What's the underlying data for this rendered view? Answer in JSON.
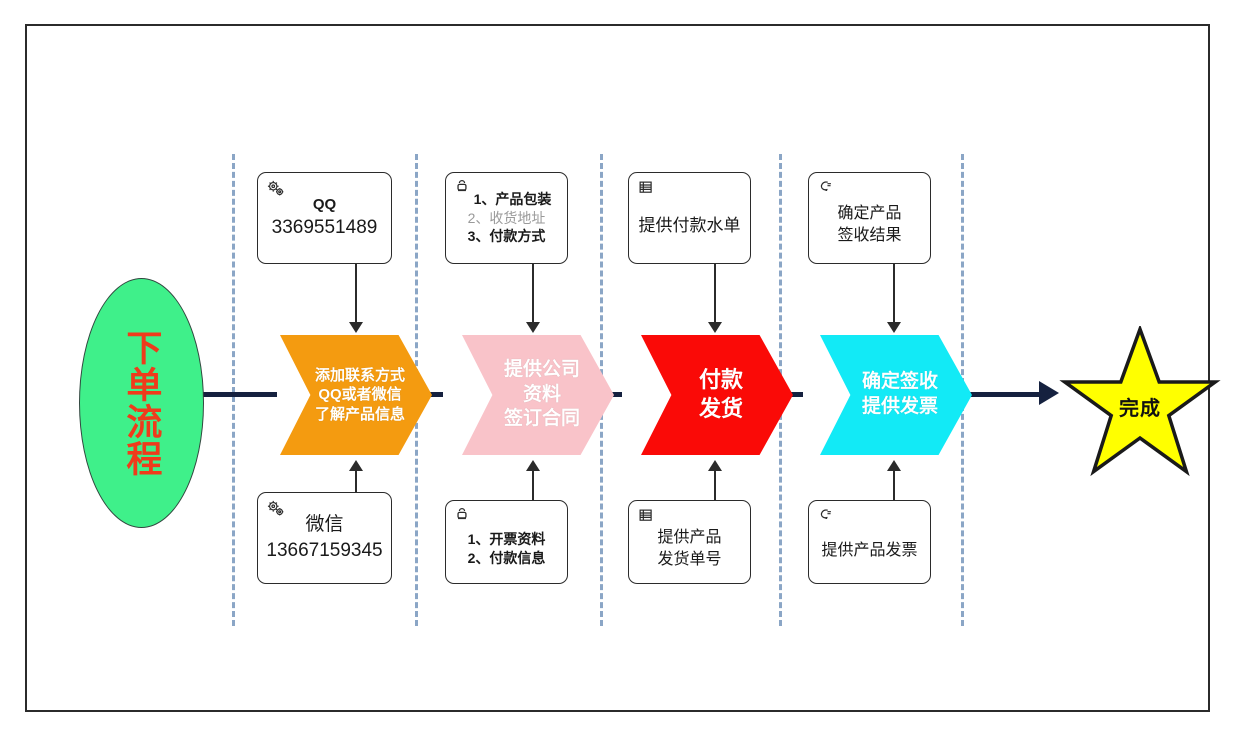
{
  "diagram": {
    "title": "下单流程",
    "start": {
      "label": "下单流程",
      "shape": "ellipse",
      "fill": "#3ff08a",
      "text_color": "#ef3b1b"
    },
    "end": {
      "label": "完成",
      "shape": "star",
      "fill": "#ffff00",
      "text_color": "#111111"
    },
    "stages": [
      {
        "chevron": {
          "lines": [
            "添加联系方式",
            "QQ或者微信",
            "了解产品信息"
          ],
          "fill": "#f49b10"
        },
        "note_top": {
          "icon": "gears-icon",
          "lines": [
            {
              "text": "QQ",
              "style": "bold"
            },
            {
              "text": "3369551489",
              "style": "normal"
            }
          ]
        },
        "note_bottom": {
          "icon": "gears-icon",
          "lines": [
            {
              "text": "微信",
              "style": "normal"
            },
            {
              "text": "13667159345",
              "style": "normal"
            }
          ]
        }
      },
      {
        "chevron": {
          "lines": [
            "提供公司",
            "资料",
            "签订合同"
          ],
          "fill": "#f9c3c9"
        },
        "note_top": {
          "icon": "person-presenter-icon",
          "lines": [
            {
              "text": "1、产品包装",
              "style": "bold"
            },
            {
              "text": "2、收货地址",
              "style": "dim"
            },
            {
              "text": "3、付款方式",
              "style": "bold"
            }
          ]
        },
        "note_bottom": {
          "icon": "person-presenter-icon",
          "lines": [
            {
              "text": "1、开票资料",
              "style": "bold"
            },
            {
              "text": "2、付款信息",
              "style": "bold"
            }
          ]
        }
      },
      {
        "chevron": {
          "lines": [
            "付款",
            "发货"
          ],
          "fill": "#fa0a07"
        },
        "note_top": {
          "icon": "document-list-icon",
          "lines": [
            {
              "text": "提供付款水单",
              "style": "normal"
            }
          ]
        },
        "note_bottom": {
          "icon": "document-list-icon",
          "lines": [
            {
              "text": "提供产品",
              "style": "normal"
            },
            {
              "text": "发货单号",
              "style": "normal"
            }
          ]
        }
      },
      {
        "chevron": {
          "lines": [
            "确定签收",
            "提供发票"
          ],
          "fill": "#12eaf6"
        },
        "note_top": {
          "icon": "pointing-hand-icon",
          "lines": [
            {
              "text": "确定产品",
              "style": "normal"
            },
            {
              "text": "签收结果",
              "style": "normal"
            }
          ]
        },
        "note_bottom": {
          "icon": "pointing-hand-icon",
          "lines": [
            {
              "text": "提供产品发票",
              "style": "normal"
            }
          ]
        }
      }
    ],
    "colors": {
      "flow_line": "#15213f",
      "separator": "#8ba6c6",
      "frame": "#2b2b2b",
      "connector": "#2b2b2b"
    }
  }
}
